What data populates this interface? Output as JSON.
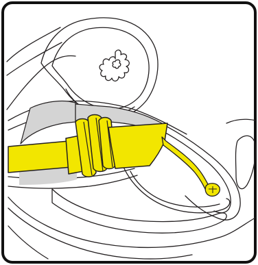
{
  "figure": {
    "frame_style": "rounded black border",
    "colors": {
      "background": "#ffffff",
      "outline": "#231f20",
      "device_fill": "#f2e600",
      "shaded_cavity": "#d4d4d4",
      "frame_border": "#111111"
    },
    "parts": [
      {
        "name": "uterus",
        "fill": "none"
      },
      {
        "name": "endometrial-folds",
        "fill": "none"
      },
      {
        "name": "vaginal-canal",
        "fill": "shaded_cavity"
      },
      {
        "name": "speculum-device",
        "fill": "device_fill"
      },
      {
        "name": "inserted-catheter",
        "fill": "device_fill"
      },
      {
        "name": "rectum",
        "fill": "none"
      },
      {
        "name": "bladder",
        "fill": "none"
      }
    ]
  }
}
